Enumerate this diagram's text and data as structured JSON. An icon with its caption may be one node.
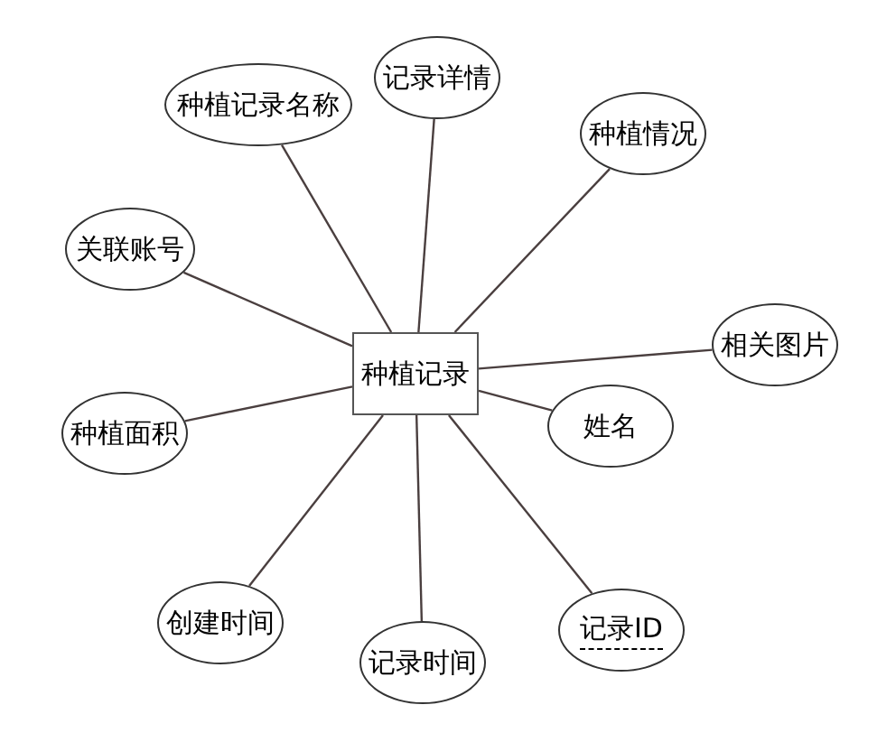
{
  "diagram": {
    "nodes": [
      {
        "text": [
          "种植记录"
        ]
      },
      {
        "text": [
          "种植记录名称"
        ]
      },
      {
        "text": [
          "记录详情"
        ]
      },
      {
        "text": [
          "种植情况"
        ]
      },
      {
        "text": [
          "关联账号"
        ]
      },
      {
        "text": [
          "相关图片"
        ]
      },
      {
        "text": [
          "种植面积"
        ]
      },
      {
        "text": [
          "姓名"
        ]
      },
      {
        "text": [
          "创建时间"
        ]
      },
      {
        "text": [
          "记录时间"
        ]
      },
      {
        "text": [
          "记录ID"
        ]
      }
    ],
    "edges": [
      {
        "from": 0,
        "to": 1,
        "arrow": "none"
      },
      {
        "from": 0,
        "to": 2,
        "arrow": "none"
      },
      {
        "from": 0,
        "to": 3,
        "arrow": "none"
      },
      {
        "from": 0,
        "to": 4,
        "arrow": "none"
      },
      {
        "from": 0,
        "to": 5,
        "arrow": "none"
      },
      {
        "from": 0,
        "to": 6,
        "arrow": "none"
      },
      {
        "from": 0,
        "to": 7,
        "arrow": "none"
      },
      {
        "from": 0,
        "to": 8,
        "arrow": "none"
      },
      {
        "from": 0,
        "to": 9,
        "arrow": "none"
      },
      {
        "from": 0,
        "to": 10,
        "arrow": "none"
      }
    ]
  }
}
